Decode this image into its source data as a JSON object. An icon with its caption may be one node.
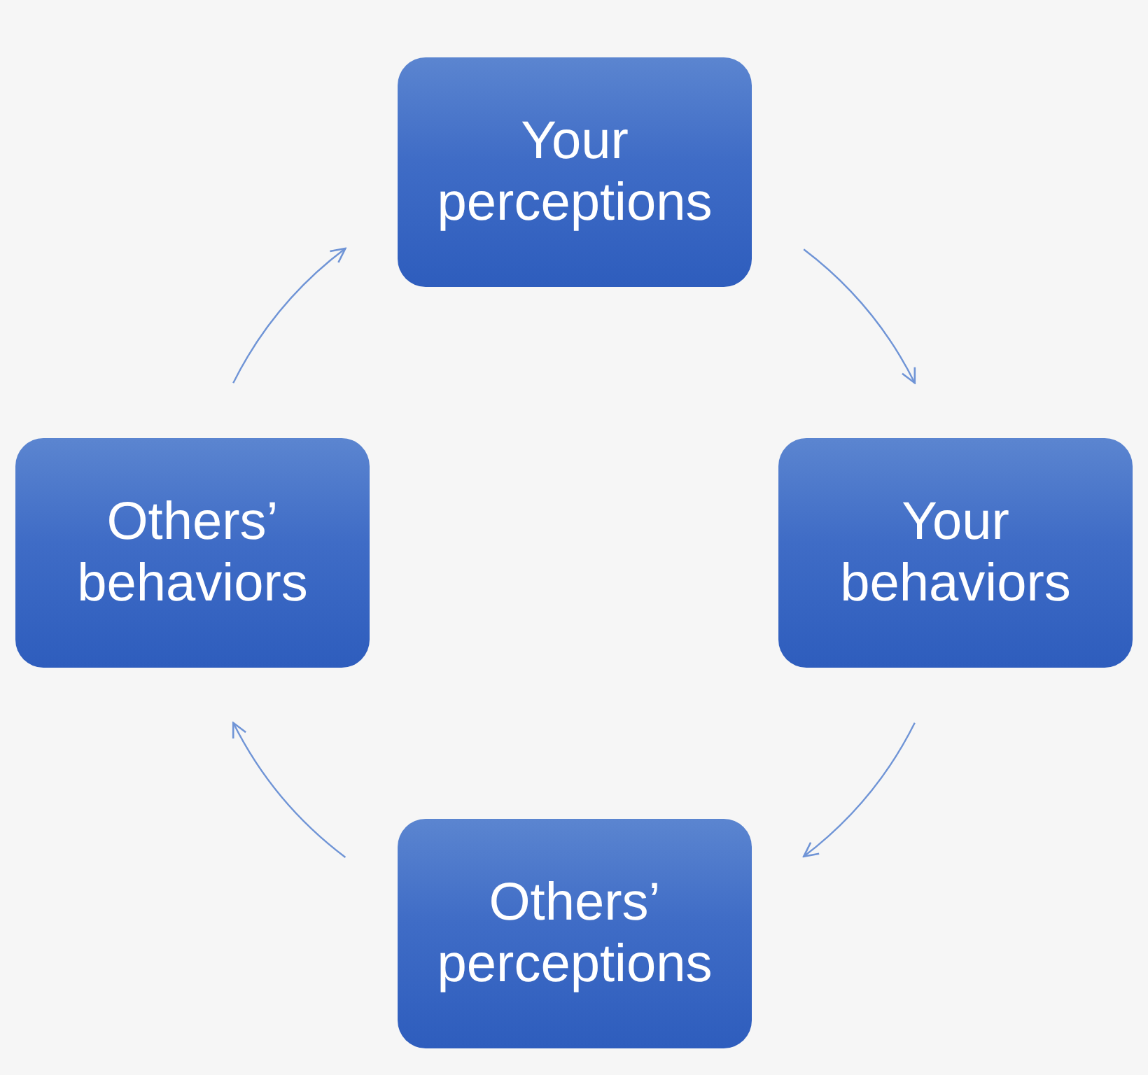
{
  "diagram": {
    "nodes": [
      {
        "text": [
          "Your perceptions"
        ]
      },
      {
        "text": [
          "Others’ behaviors"
        ]
      },
      {
        "text": [
          "Your behaviors"
        ]
      },
      {
        "text": [
          "Others’ perceptions"
        ]
      }
    ],
    "edges": [
      {
        "from": 0,
        "to": 2,
        "arrow": "to"
      },
      {
        "from": 2,
        "to": 3,
        "arrow": "to"
      },
      {
        "from": 3,
        "to": 1,
        "arrow": "to"
      },
      {
        "from": 1,
        "to": 0,
        "arrow": "to"
      }
    ]
  }
}
